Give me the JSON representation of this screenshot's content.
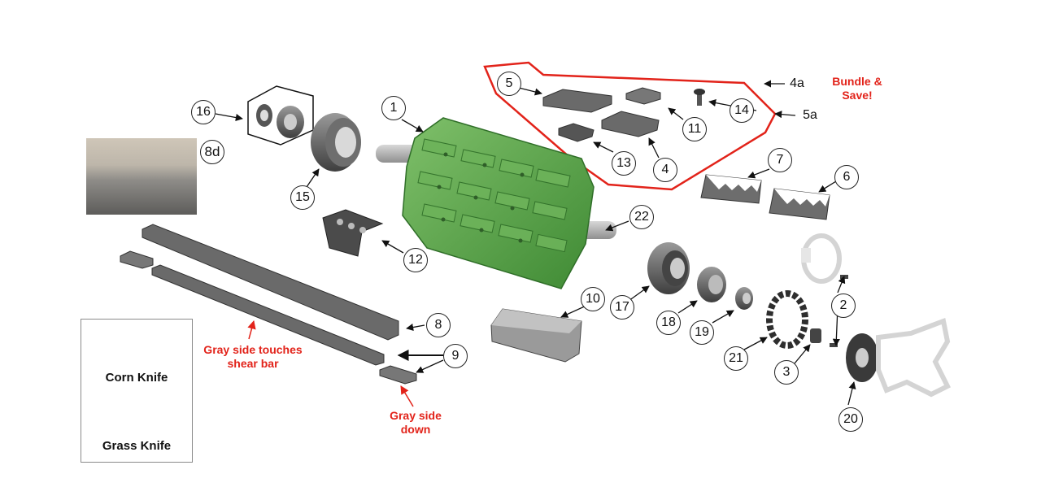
{
  "callouts": {
    "c1": "1",
    "c2": "2",
    "c3": "3",
    "c4": "4",
    "c5": "5",
    "c6": "6",
    "c7": "7",
    "c8": "8",
    "c9": "9",
    "c10": "10",
    "c11": "11",
    "c12": "12",
    "c13": "13",
    "c14": "14",
    "c15": "15",
    "c16": "16",
    "c17": "17",
    "c18": "18",
    "c19": "19",
    "c20": "20",
    "c21": "21",
    "c22": "22",
    "c8d": "8d"
  },
  "bundle_labels": {
    "l4a": "4a",
    "l5a": "5a"
  },
  "notes": {
    "bundle_line1": "Bundle &",
    "bundle_line2": "Save!",
    "gray_touch_line1": "Gray side touches",
    "gray_touch_line2": "shear bar",
    "gray_down_line1": "Gray side",
    "gray_down_line2": "down"
  },
  "legend": {
    "corn": "Corn Knife",
    "grass": "Grass Knife"
  },
  "colors": {
    "accent_red": "#e2231a",
    "drum_green": "#5a9e48",
    "part_gray": "#5f5f5f",
    "legend_blue_gray": "#a8b0bc"
  }
}
